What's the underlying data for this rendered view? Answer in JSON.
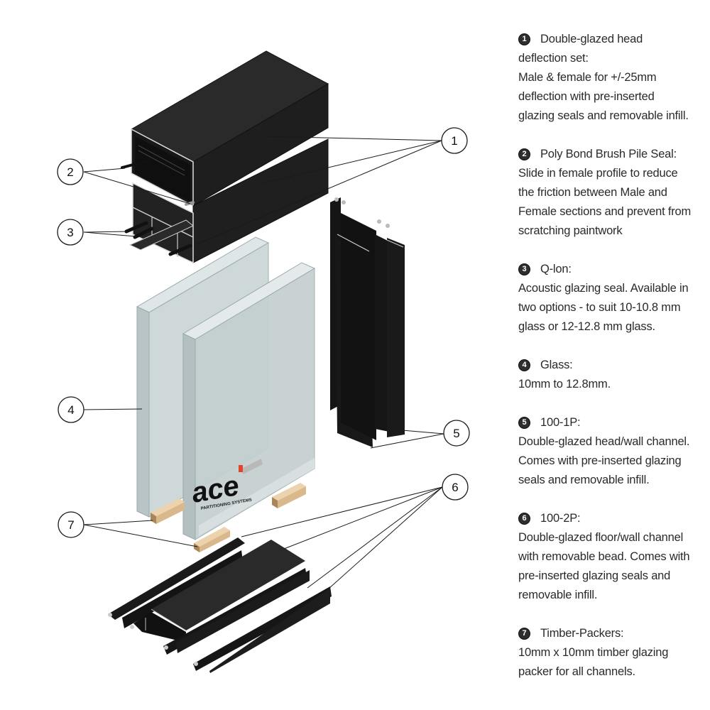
{
  "brand": {
    "logo_text": "ace",
    "logo_sub": "PARTITIONING SYSTEMS",
    "accent_color": "#e0452b"
  },
  "colors": {
    "profile_black": "#1c1c1c",
    "profile_face": "#262626",
    "glass": "#c8d3d4",
    "glass_edge": "#a9b8b9",
    "timber": "#e2c39a",
    "timber_side": "#b8946a",
    "line": "#1a1a1a"
  },
  "callouts": [
    {
      "number": "1",
      "label": "Double-glazed head deflection set"
    },
    {
      "number": "2",
      "label": "Poly Bond Brush Pile Seal"
    },
    {
      "number": "3",
      "label": "Q-lon"
    },
    {
      "number": "4",
      "label": "Glass"
    },
    {
      "number": "5",
      "label": "100-1P"
    },
    {
      "number": "6",
      "label": "100-2P"
    },
    {
      "number": "7",
      "label": "Timber-Packers"
    }
  ],
  "legend": [
    {
      "badge": "1",
      "title": "Double-glazed head",
      "body": "deflection set:\nMale & female for +/-25mm\ndeflection with pre-inserted\nglazing seals and removable infill."
    },
    {
      "badge": "2",
      "title": "Poly Bond Brush Pile Seal:",
      "body": "Slide in female profile to reduce\nthe friction between Male and\nFemale sections and prevent from\nscratching paintwork"
    },
    {
      "badge": "3",
      "title": "Q-lon:",
      "body": "Acoustic glazing seal. Available in\ntwo options - to suit 10-10.8 mm\nglass or 12-12.8 mm glass."
    },
    {
      "badge": "4",
      "title": "Glass:",
      "body": "10mm to 12.8mm."
    },
    {
      "badge": "5",
      "title": "100-1P:",
      "body": "Double-glazed head/wall channel.\nComes with pre-inserted glazing\nseals and removable infill."
    },
    {
      "badge": "6",
      "title": "100-2P:",
      "body": "Double-glazed floor/wall channel\nwith removable bead. Comes with\npre-inserted glazing seals and\nremovable infill."
    },
    {
      "badge": "7",
      "title": "Timber-Packers:",
      "body": "10mm x 10mm timber glazing\npacker for all channels."
    }
  ]
}
